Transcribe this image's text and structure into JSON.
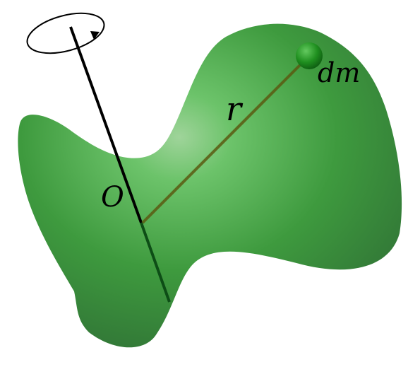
{
  "labels": {
    "origin": "O",
    "radius": "r",
    "mass_element": "dm"
  },
  "colors": {
    "body_fill_light": "#6cc36a",
    "body_fill_mid": "#3e9a3e",
    "body_fill_dark": "#2f6f35",
    "axis": "#000000",
    "axis_inside": "#0d4d16",
    "radius_line": "#5a5a12",
    "mass_dot": "#1f8f1f",
    "background": "#ffffff"
  },
  "icons": {
    "rotation": "rotation-arrow-icon"
  }
}
